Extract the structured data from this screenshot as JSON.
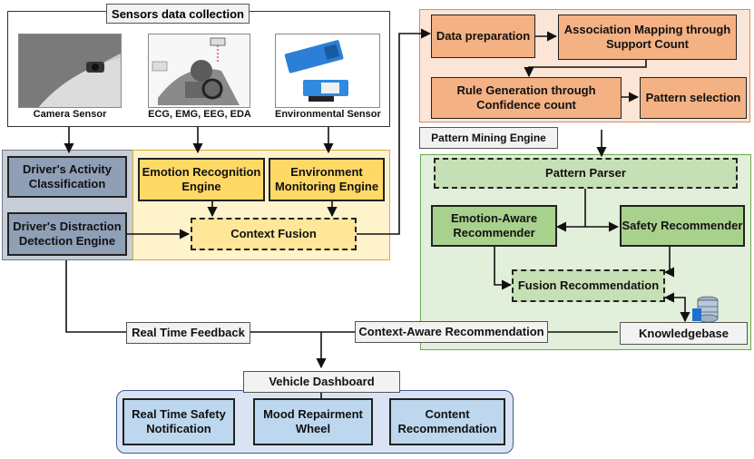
{
  "sensors": {
    "title": "Sensors data collection",
    "camera": "Camera Sensor",
    "physio": "ECG, EMG, EEG, EDA",
    "environmental": "Environmental Sensor"
  },
  "driver": {
    "activity": "Driver's Activity Classification",
    "distraction": "Driver's Distraction Detection Engine"
  },
  "emotion_engine": "Emotion Recognition Engine",
  "environment_engine": "Environment Monitoring Engine",
  "context_fusion": "Context Fusion",
  "pattern_mining": {
    "title": "Pattern Mining Engine",
    "data_prep": "Data preparation",
    "association": "Association Mapping through Support Count",
    "rule_gen": "Rule Generation through Confidence count",
    "pattern_selection": "Pattern selection"
  },
  "recommender": {
    "parser": "Pattern Parser",
    "emotion_aware": "Emotion-Aware Recommender",
    "safety": "Safety Recommender",
    "fusion": "Fusion Recommendation",
    "knowledgebase": "Knowledgebase"
  },
  "feedback": {
    "realtime": "Real Time Feedback",
    "context_aware": "Context-Aware Recommendation"
  },
  "dashboard": {
    "title": "Vehicle Dashboard",
    "safety_notification": "Real Time Safety Notification",
    "mood_wheel": "Mood Repairment Wheel",
    "content_rec": "Content Recommendation"
  }
}
